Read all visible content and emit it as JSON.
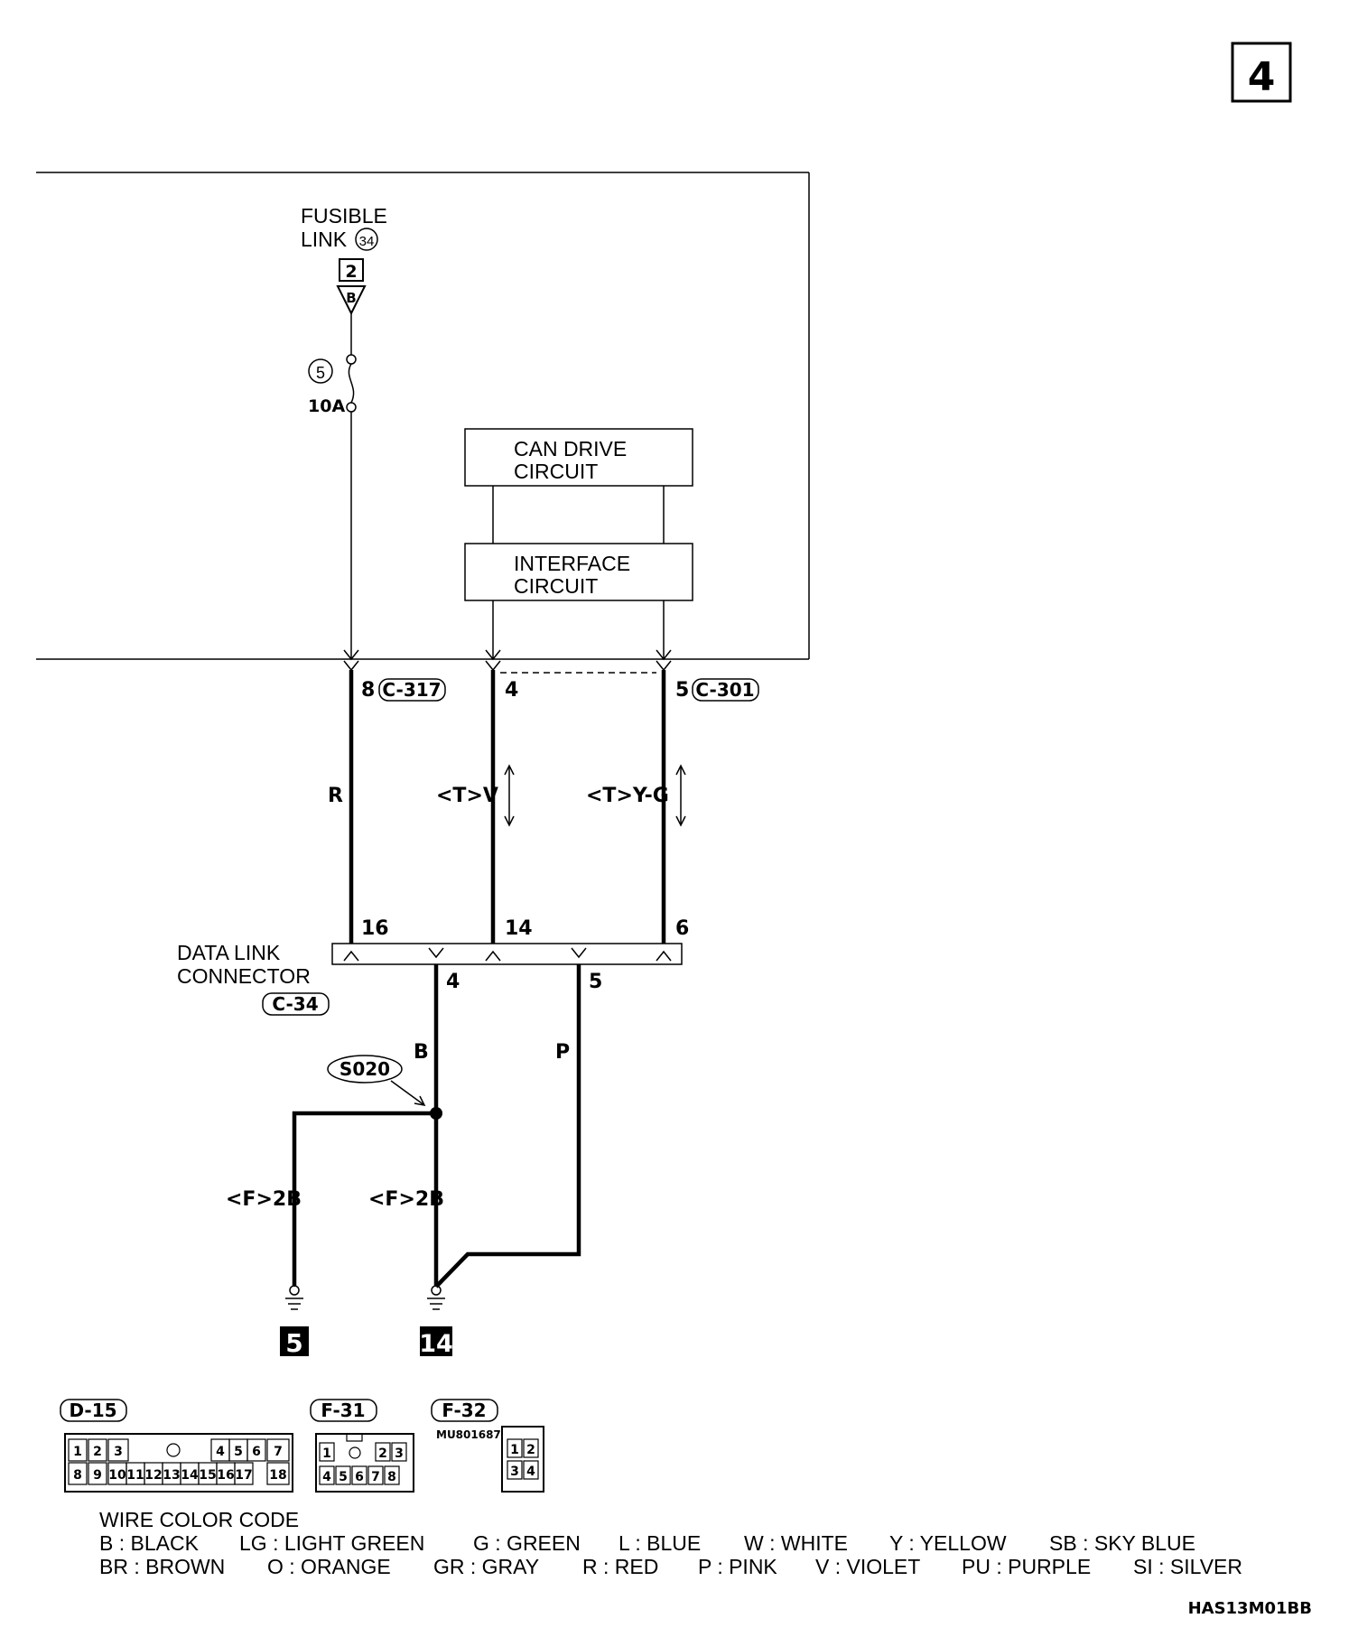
{
  "page_number": "4",
  "fusible_link": {
    "line1": "FUSIBLE",
    "line2": "LINK",
    "number": "34",
    "connector_pin": "2",
    "wire_color": "B"
  },
  "fuse": {
    "number": "5",
    "rating": "10A"
  },
  "blocks": {
    "can_drive_1": "CAN DRIVE",
    "can_drive_2": "CIRCUIT",
    "interface_1": "INTERFACE",
    "interface_2": "CIRCUIT"
  },
  "pins": {
    "top_r": "8",
    "top_v": "4",
    "top_yg": "5",
    "dlc_r": "16",
    "dlc_v": "14",
    "dlc_yg": "6",
    "dlc_b": "4",
    "dlc_p": "5"
  },
  "connector_ids": {
    "c317": "C-317",
    "c301": "C-301",
    "c34": "C-34",
    "s020": "S020"
  },
  "wires": {
    "r": "R",
    "v": "<T>V",
    "yg": "<T>Y-G",
    "b": "B",
    "p": "P",
    "f2b_left": "<F>2B",
    "f2b_right": "<F>2B"
  },
  "dlc": {
    "line1": "DATA LINK",
    "line2": "CONNECTOR"
  },
  "grounds": {
    "left": "5",
    "right": "14"
  },
  "connector_views": {
    "d15": "D-15",
    "f31": "F-31",
    "f32": "F-32",
    "part_no": "MU801687",
    "d15_pins": [
      "1",
      "2",
      "3",
      "4",
      "5",
      "6",
      "7",
      "8",
      "9",
      "10",
      "11",
      "12",
      "13",
      "14",
      "15",
      "16",
      "17",
      "18"
    ],
    "f31_pins": [
      "1",
      "2",
      "3",
      "4",
      "5",
      "6",
      "7",
      "8"
    ],
    "f32_pins": [
      "1",
      "2",
      "3",
      "4"
    ]
  },
  "legend": {
    "title": "WIRE COLOR CODE",
    "row1": [
      "B : BLACK",
      "LG : LIGHT GREEN",
      "G : GREEN",
      "L : BLUE",
      "W : WHITE",
      "Y : YELLOW",
      "SB : SKY BLUE"
    ],
    "row2": [
      "BR : BROWN",
      "O : ORANGE",
      "GR : GRAY",
      "R : RED",
      "P : PINK",
      "V : VIOLET",
      "PU : PURPLE",
      "SI : SILVER"
    ]
  },
  "code": "HAS13M01BB"
}
